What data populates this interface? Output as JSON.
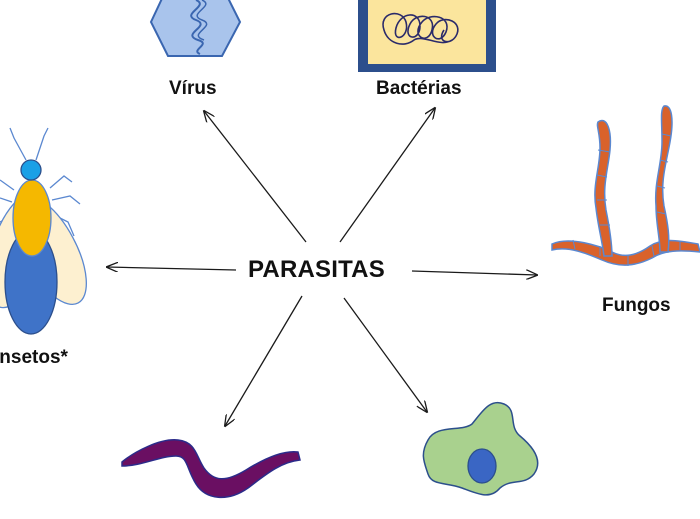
{
  "diagram": {
    "center": "PARASITAS",
    "labels": {
      "virus": "Vírus",
      "bacteria": "Bactérias",
      "fungi": "Fungos",
      "insects": "Insetos*"
    },
    "colors": {
      "arrow": "#1a1a1a",
      "virus_fill": "#a9c4ec",
      "virus_stroke": "#3a66b0",
      "bacteria_frame": "#2c4f8c",
      "bacteria_fill": "#fbe59d",
      "fungi_fill": "#d9622b",
      "fungi_stroke": "#5b88d0",
      "worm_fill": "#6a0f62",
      "worm_stroke": "#2b2b8a",
      "amoeba_fill": "#a9d18e",
      "amoeba_nucleus": "#3a66c4",
      "insect_body": "#3f73c8",
      "insect_thorax": "#f5b800",
      "insect_head": "#1aa0e6",
      "insect_wing": "#fdf0d0"
    },
    "icons": [
      "virus-icon",
      "bacteria-icon",
      "fungi-icon",
      "insect-icon",
      "worm-icon",
      "amoeba-icon"
    ]
  }
}
